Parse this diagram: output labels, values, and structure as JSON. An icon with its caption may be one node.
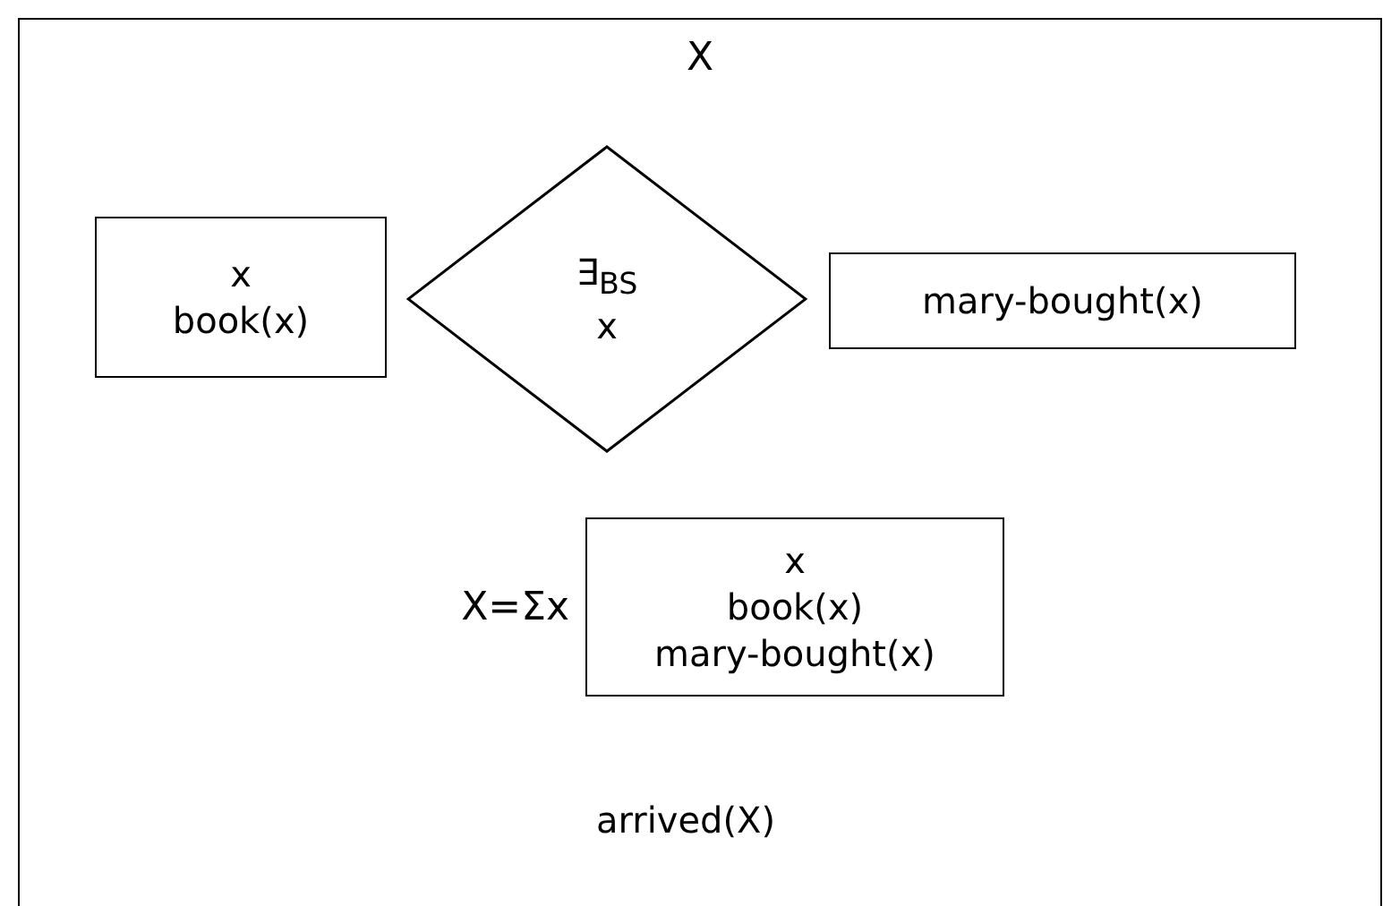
{
  "diagram": {
    "nodes": [
      {
        "text": [
          "X"
        ]
      },
      {
        "text": [
          "x",
          "book(x)"
        ],
        "in": 0
      },
      {
        "text": [
          "∃$_{BS}$",
          "x"
        ],
        "in": 0
      },
      {
        "text": [
          "mary-bought(x)"
        ],
        "in": 0
      },
      {
        "text": [
          "x",
          "book(x)",
          "mary-bought(x)"
        ],
        "in": 0,
        "beside": [
          "X=Σx"
        ]
      }
    ],
    "edges": [],
    "labels": [
      "arrived(X)"
    ]
  }
}
